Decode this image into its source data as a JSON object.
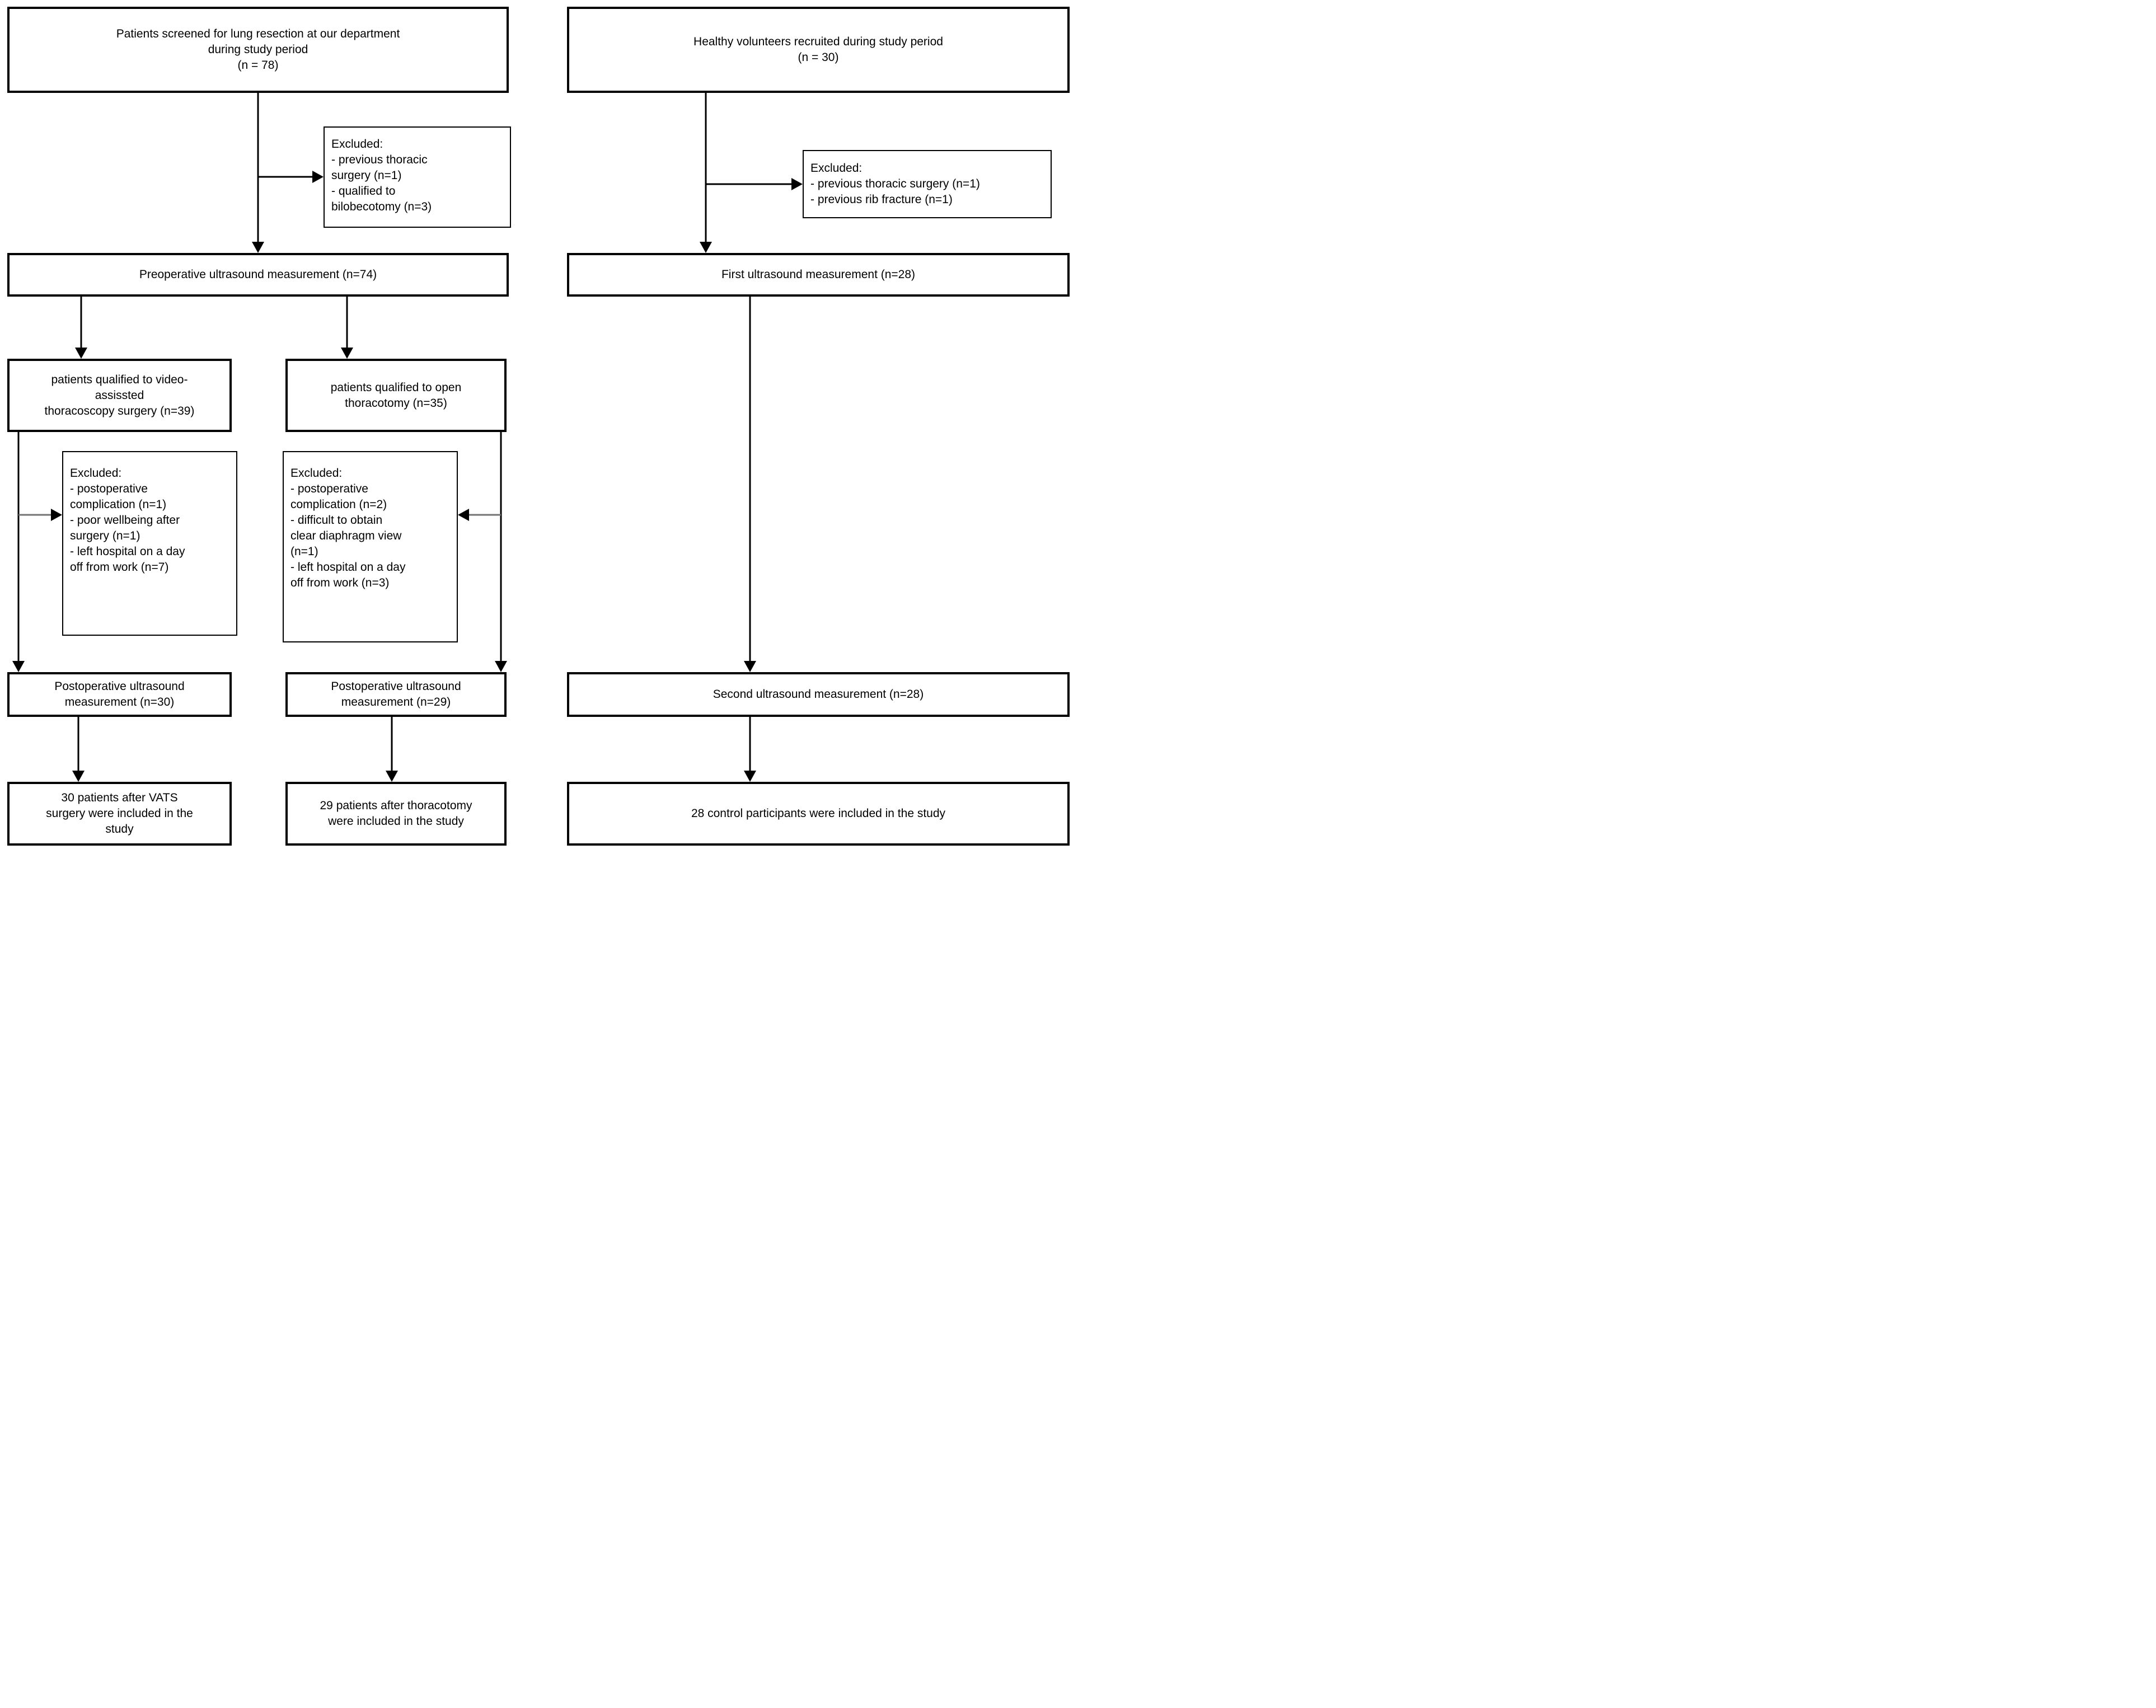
{
  "diagram": {
    "title": "Study participant flow diagram",
    "nodes": {
      "screened": {
        "text": "Patients screened for lung resection at our department\nduring study period\n(n = 78)"
      },
      "healthy": {
        "text": "Healthy volunteers recruited during study period\n(n = 30)"
      },
      "excluded_screening": {
        "text": "Excluded:\n- previous thoracic\nsurgery (n=1)\n- qualified to\nbilobecotomy (n=3)"
      },
      "excluded_volunteers": {
        "text": "Excluded:\n- previous thoracic surgery (n=1)\n- previous rib fracture (n=1)"
      },
      "preop": {
        "text": "Preoperative ultrasound measurement (n=74)"
      },
      "first": {
        "text": "First ultrasound measurement (n=28)"
      },
      "vats": {
        "text": "patients qualified to video-\nassissted\nthoracoscopy surgery (n=39)"
      },
      "thoracotomy": {
        "text": "patients qualified to open\nthoracotomy (n=35)"
      },
      "excluded_vats": {
        "text": "Excluded:\n- postoperative\ncomplication (n=1)\n- poor wellbeing after\nsurgery (n=1)\n- left hospital on a day\noff from work (n=7)"
      },
      "excluded_thoracotomy": {
        "text": "Excluded:\n- postoperative\ncomplication (n=2)\n- difficult to obtain\nclear diaphragm view\n(n=1)\n- left hospital on a day\noff from work (n=3)"
      },
      "postop_vats": {
        "text": "Postoperative ultrasound\nmeasurement (n=30)"
      },
      "postop_thoracotomy": {
        "text": "Postoperative ultrasound\nmeasurement (n=29)"
      },
      "second": {
        "text": "Second ultrasound measurement (n=28)"
      },
      "included_vats": {
        "text": "30 patients after VATS\nsurgery were included in the\nstudy"
      },
      "included_thoracotomy": {
        "text": "29 patients after thoracotomy\nwere included in the study"
      },
      "included_controls": {
        "text": "28 control participants were included in the study"
      }
    },
    "edges": [
      {
        "from": "screened",
        "to": "preop"
      },
      {
        "from": "screened",
        "to": "excluded_screening"
      },
      {
        "from": "preop",
        "to": "vats"
      },
      {
        "from": "preop",
        "to": "thoracotomy"
      },
      {
        "from": "vats",
        "to": "postop_vats"
      },
      {
        "from": "vats",
        "to": "excluded_vats"
      },
      {
        "from": "thoracotomy",
        "to": "postop_thoracotomy"
      },
      {
        "from": "thoracotomy",
        "to": "excluded_thoracotomy"
      },
      {
        "from": "postop_vats",
        "to": "included_vats"
      },
      {
        "from": "postop_thoracotomy",
        "to": "included_thoracotomy"
      },
      {
        "from": "healthy",
        "to": "first"
      },
      {
        "from": "healthy",
        "to": "excluded_volunteers"
      },
      {
        "from": "first",
        "to": "second"
      },
      {
        "from": "second",
        "to": "included_controls"
      }
    ],
    "colors": {
      "background": "#ffffff",
      "box_border": "#000000",
      "connector": "#000000",
      "connector_gray": "#737373",
      "text": "#000000"
    }
  }
}
